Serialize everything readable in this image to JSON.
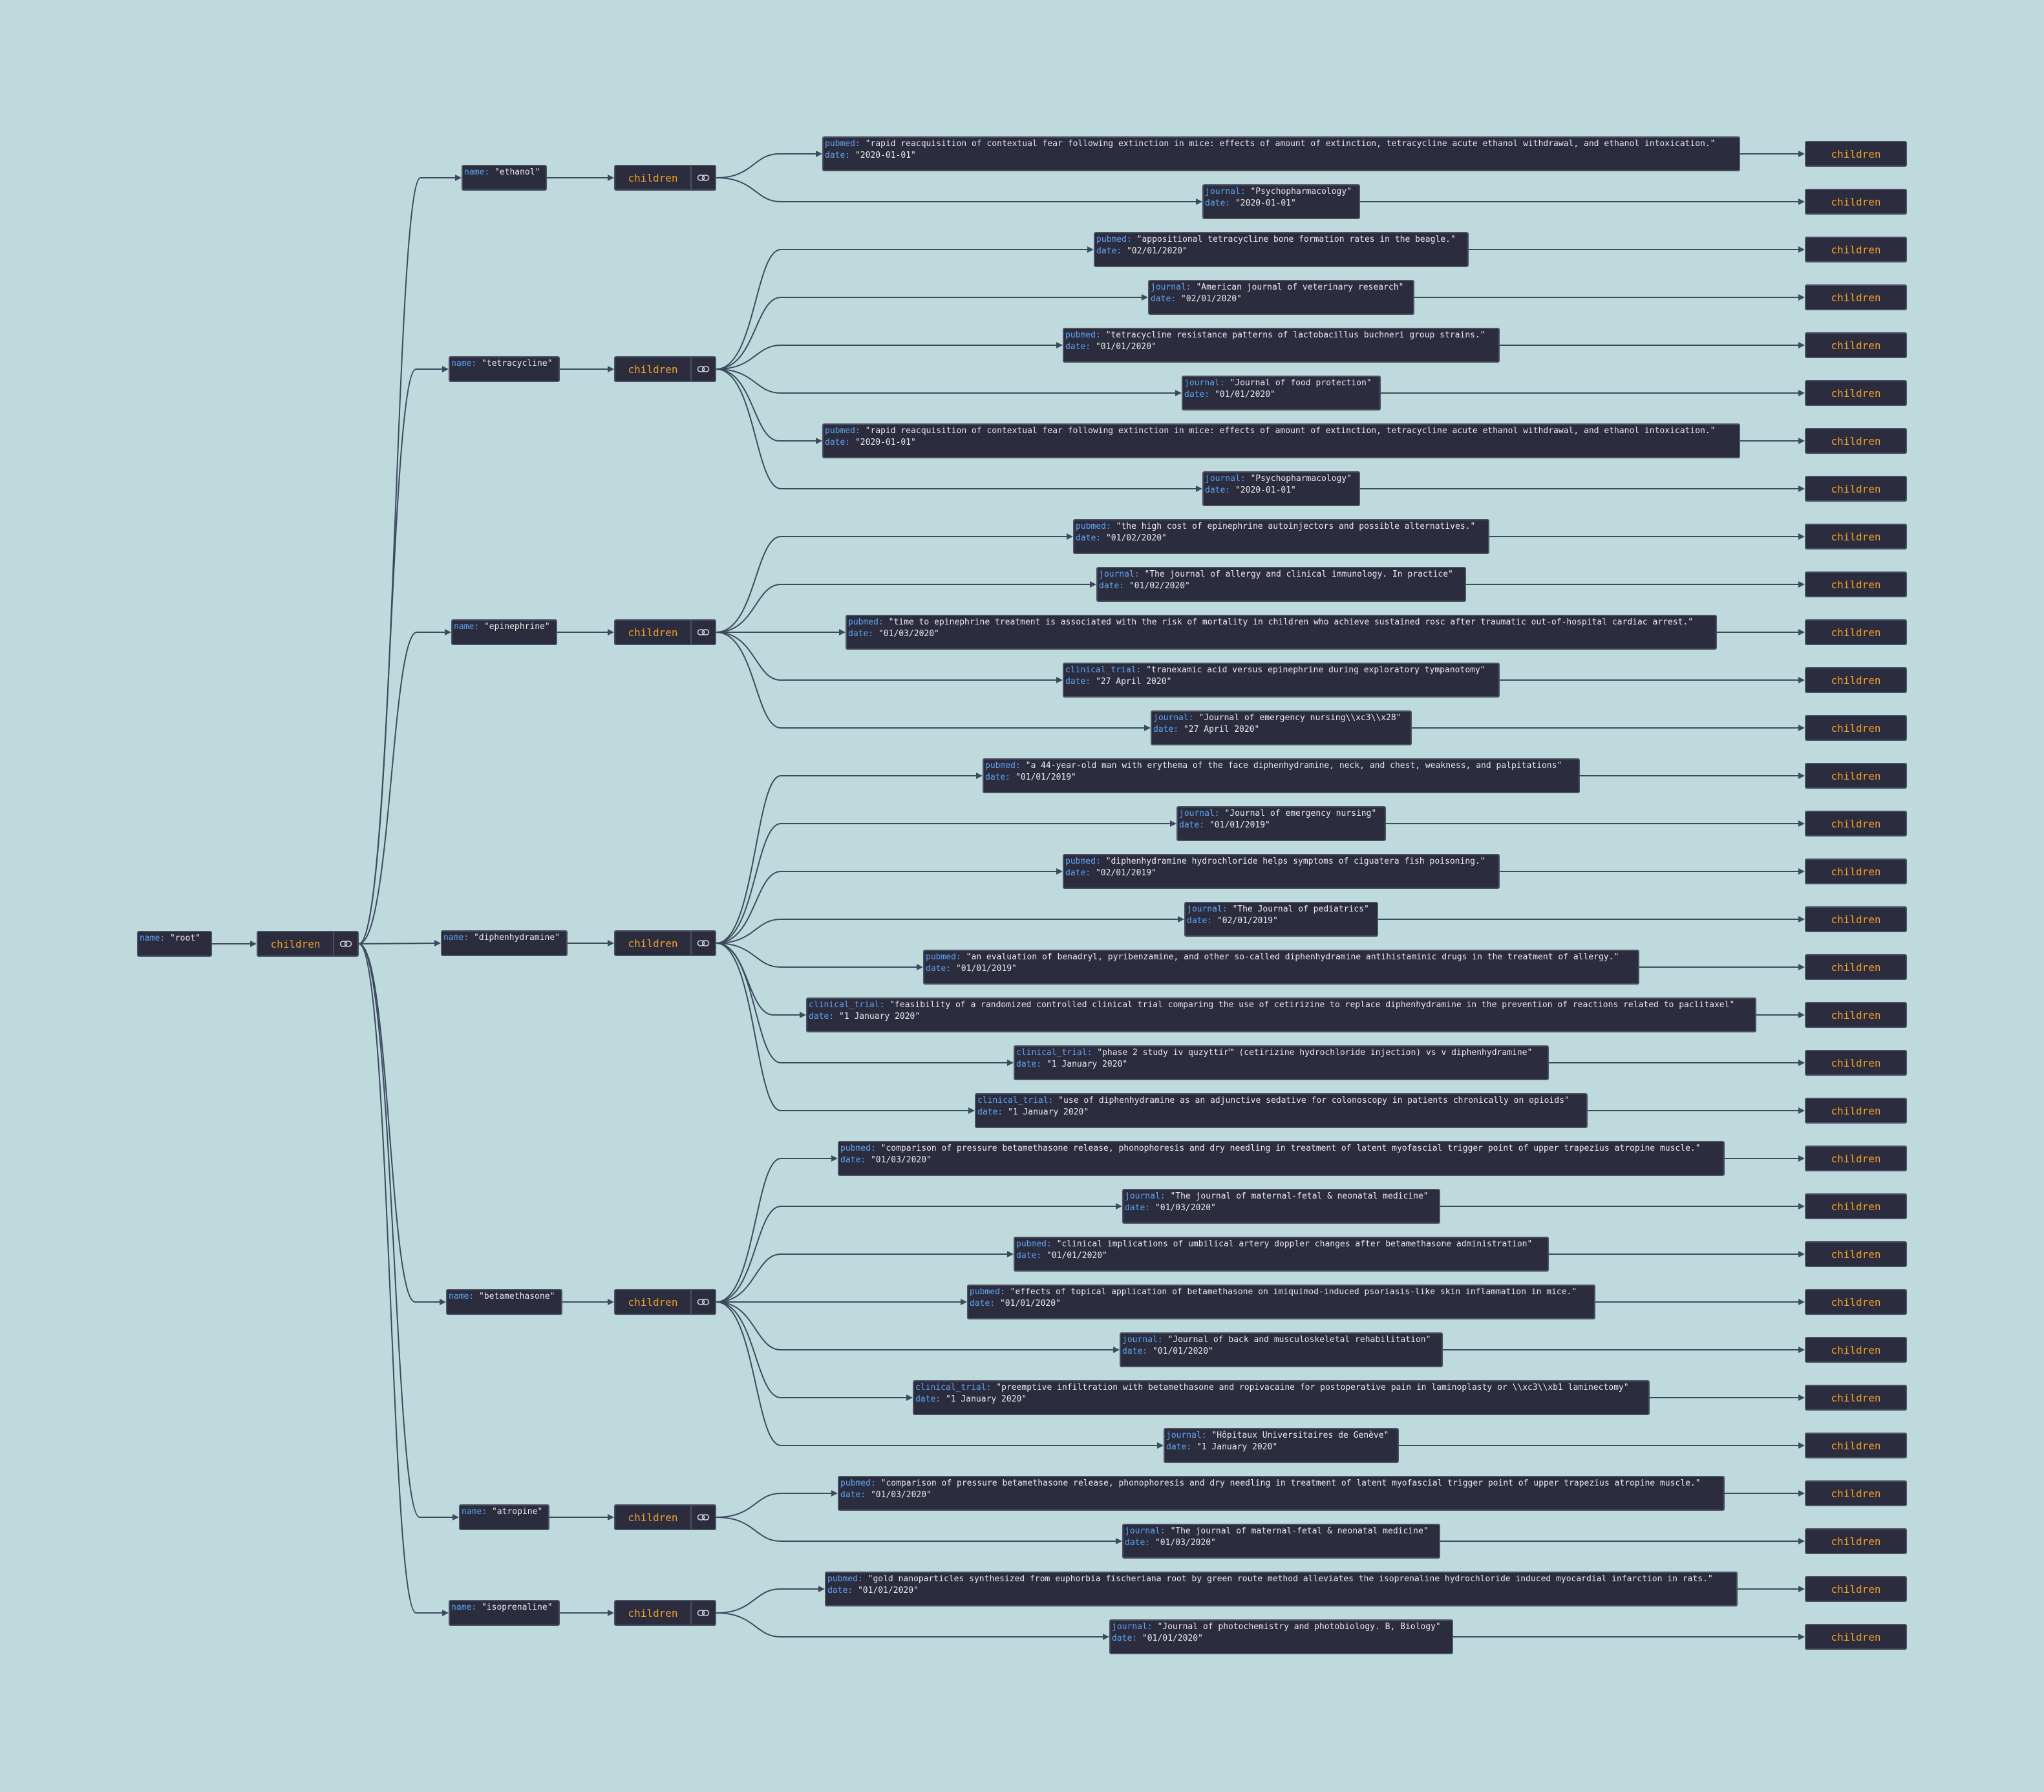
{
  "labels": {
    "children": "children"
  },
  "icons": {
    "expand": "link-icon"
  },
  "colors": {
    "background": "#bfdadd",
    "node": "#2b2c3e",
    "border": "#4a5063",
    "key": "#5ea5f2",
    "children": "#f0a02a",
    "edge": "#3d4a5e"
  },
  "root": {
    "key": "name",
    "value": "\"root\""
  },
  "groups": [
    {
      "key": "name",
      "value": "\"ethanol\"",
      "items": [
        {
          "key": "pubmed",
          "value": "\"rapid reacquisition of contextual fear following extinction in mice: effects of amount of extinction, tetracycline acute ethanol withdrawal, and ethanol intoxication.\"",
          "date": "\"2020-01-01\""
        },
        {
          "key": "journal",
          "value": "\"Psychopharmacology\"",
          "date": "\"2020-01-01\""
        }
      ]
    },
    {
      "key": "name",
      "value": "\"tetracycline\"",
      "items": [
        {
          "key": "pubmed",
          "value": "\"appositional tetracycline bone formation rates in the beagle.\"",
          "date": "\"02/01/2020\""
        },
        {
          "key": "journal",
          "value": "\"American journal of veterinary research\"",
          "date": "\"02/01/2020\""
        },
        {
          "key": "pubmed",
          "value": "\"tetracycline resistance patterns of lactobacillus buchneri group strains.\"",
          "date": "\"01/01/2020\""
        },
        {
          "key": "journal",
          "value": "\"Journal of food protection\"",
          "date": "\"01/01/2020\""
        },
        {
          "key": "pubmed",
          "value": "\"rapid reacquisition of contextual fear following extinction in mice: effects of amount of extinction, tetracycline acute ethanol withdrawal, and ethanol intoxication.\"",
          "date": "\"2020-01-01\""
        },
        {
          "key": "journal",
          "value": "\"Psychopharmacology\"",
          "date": "\"2020-01-01\""
        }
      ]
    },
    {
      "key": "name",
      "value": "\"epinephrine\"",
      "items": [
        {
          "key": "pubmed",
          "value": "\"the high cost of epinephrine autoinjectors and possible alternatives.\"",
          "date": "\"01/02/2020\""
        },
        {
          "key": "journal",
          "value": "\"The journal of allergy and clinical immunology. In practice\"",
          "date": "\"01/02/2020\""
        },
        {
          "key": "pubmed",
          "value": "\"time to epinephrine treatment is associated with the risk of mortality in children who achieve sustained rosc after traumatic out-of-hospital cardiac arrest.\"",
          "date": "\"01/03/2020\""
        },
        {
          "key": "clinical_trial",
          "value": "\"tranexamic acid versus epinephrine during exploratory tympanotomy\"",
          "date": "\"27 April 2020\""
        },
        {
          "key": "journal",
          "value": "\"Journal of emergency nursing\\\\xc3\\\\x28\"",
          "date": "\"27 April 2020\""
        }
      ]
    },
    {
      "key": "name",
      "value": "\"diphenhydramine\"",
      "items": [
        {
          "key": "pubmed",
          "value": "\"a 44-year-old man with erythema of the face diphenhydramine, neck, and chest, weakness, and palpitations\"",
          "date": "\"01/01/2019\""
        },
        {
          "key": "journal",
          "value": "\"Journal of emergency nursing\"",
          "date": "\"01/01/2019\""
        },
        {
          "key": "pubmed",
          "value": "\"diphenhydramine hydrochloride helps symptoms of ciguatera fish poisoning.\"",
          "date": "\"02/01/2019\""
        },
        {
          "key": "journal",
          "value": "\"The Journal of pediatrics\"",
          "date": "\"02/01/2019\""
        },
        {
          "key": "pubmed",
          "value": "\"an evaluation of benadryl, pyribenzamine, and other so-called diphenhydramine antihistaminic drugs in the treatment of allergy.\"",
          "date": "\"01/01/2019\""
        },
        {
          "key": "clinical_trial",
          "value": "\"feasibility of a randomized controlled clinical trial comparing the use of cetirizine to replace diphenhydramine in the prevention of reactions related to paclitaxel\"",
          "date": "\"1 January 2020\""
        },
        {
          "key": "clinical_trial",
          "value": "\"phase 2 study iv quzyttir™ (cetirizine hydrochloride injection) vs v diphenhydramine\"",
          "date": "\"1 January 2020\""
        },
        {
          "key": "clinical_trial",
          "value": "\"use of diphenhydramine as an adjunctive sedative for colonoscopy in patients chronically on opioids\"",
          "date": "\"1 January 2020\""
        }
      ]
    },
    {
      "key": "name",
      "value": "\"betamethasone\"",
      "items": [
        {
          "key": "pubmed",
          "value": "\"comparison of pressure betamethasone release, phonophoresis and dry needling in treatment of latent myofascial trigger point of upper trapezius atropine muscle.\"",
          "date": "\"01/03/2020\""
        },
        {
          "key": "journal",
          "value": "\"The journal of maternal-fetal & neonatal medicine\"",
          "date": "\"01/03/2020\""
        },
        {
          "key": "pubmed",
          "value": "\"clinical implications of umbilical artery doppler changes after betamethasone administration\"",
          "date": "\"01/01/2020\""
        },
        {
          "key": "pubmed",
          "value": "\"effects of topical application of betamethasone on imiquimod-induced psoriasis-like skin inflammation in mice.\"",
          "date": "\"01/01/2020\""
        },
        {
          "key": "journal",
          "value": "\"Journal of back and musculoskeletal rehabilitation\"",
          "date": "\"01/01/2020\""
        },
        {
          "key": "clinical_trial",
          "value": "\"preemptive infiltration with betamethasone and ropivacaine for postoperative pain in laminoplasty or \\\\xc3\\\\xb1 laminectomy\"",
          "date": "\"1 January 2020\""
        },
        {
          "key": "journal",
          "value": "\"Hôpitaux Universitaires de Genève\"",
          "date": "\"1 January 2020\""
        }
      ]
    },
    {
      "key": "name",
      "value": "\"atropine\"",
      "items": [
        {
          "key": "pubmed",
          "value": "\"comparison of pressure betamethasone release, phonophoresis and dry needling in treatment of latent myofascial trigger point of upper trapezius atropine muscle.\"",
          "date": "\"01/03/2020\""
        },
        {
          "key": "journal",
          "value": "\"The journal of maternal-fetal & neonatal medicine\"",
          "date": "\"01/03/2020\""
        }
      ]
    },
    {
      "key": "name",
      "value": "\"isoprenaline\"",
      "items": [
        {
          "key": "pubmed",
          "value": "\"gold nanoparticles synthesized from euphorbia fischeriana root by green route method alleviates the isoprenaline hydrochloride induced myocardial infarction in rats.\"",
          "date": "\"01/01/2020\""
        },
        {
          "key": "journal",
          "value": "\"Journal of photochemistry and photobiology. B, Biology\"",
          "date": "\"01/01/2020\""
        }
      ]
    }
  ]
}
